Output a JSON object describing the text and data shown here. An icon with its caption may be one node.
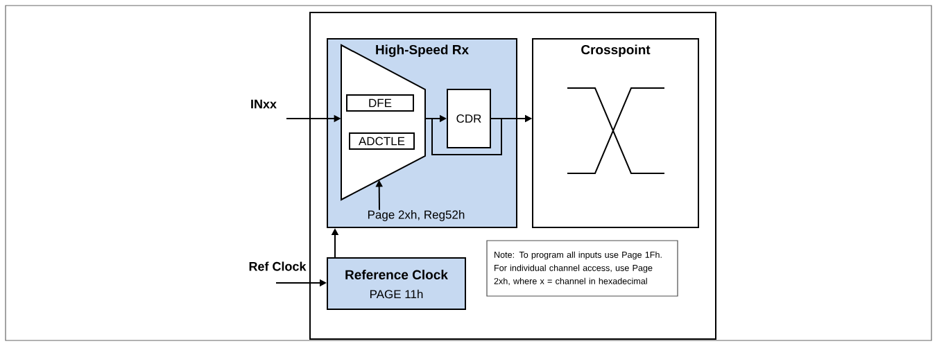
{
  "diagram": {
    "nodes": [
      {
        "text": [],
        "shape": "box"
      },
      {
        "text": [
          "High-Speed Rx"
        ],
        "in": 0
      },
      {
        "text": [],
        "shape": "trapezoid",
        "in": 1
      },
      {
        "text": [
          "DFE"
        ],
        "in": 2
      },
      {
        "text": [
          "ADCTLE"
        ],
        "in": 2
      },
      {
        "text": [
          "CDR"
        ],
        "in": 1
      },
      {
        "text": [
          "Page 2xh, Reg52h"
        ],
        "in": 1
      },
      {
        "text": [
          "Crosspoint"
        ],
        "in": 0
      },
      {
        "text": [
          "Reference Clock",
          "PAGE 11h"
        ],
        "in": 0
      },
      {
        "text": [
          "Note: To program all inputs use Page 1Fh. For individual channel access, use Page 2xh, where x = channel in hexadecimal"
        ],
        "in": 0
      }
    ],
    "edges": [
      {
        "from": null,
        "to": 2,
        "arrow": "to",
        "label": "INxx"
      },
      {
        "from": 2,
        "to": 5,
        "arrow": "to"
      },
      {
        "from": 5,
        "to": 7,
        "arrow": "to"
      },
      {
        "from": 2,
        "to": 7,
        "arrow": "to"
      },
      {
        "from": 6,
        "to": 2,
        "arrow": "to"
      },
      {
        "from": null,
        "to": 8,
        "arrow": "to",
        "label": "Ref Clock"
      },
      {
        "from": 8,
        "to": 1,
        "arrow": "to"
      }
    ]
  }
}
